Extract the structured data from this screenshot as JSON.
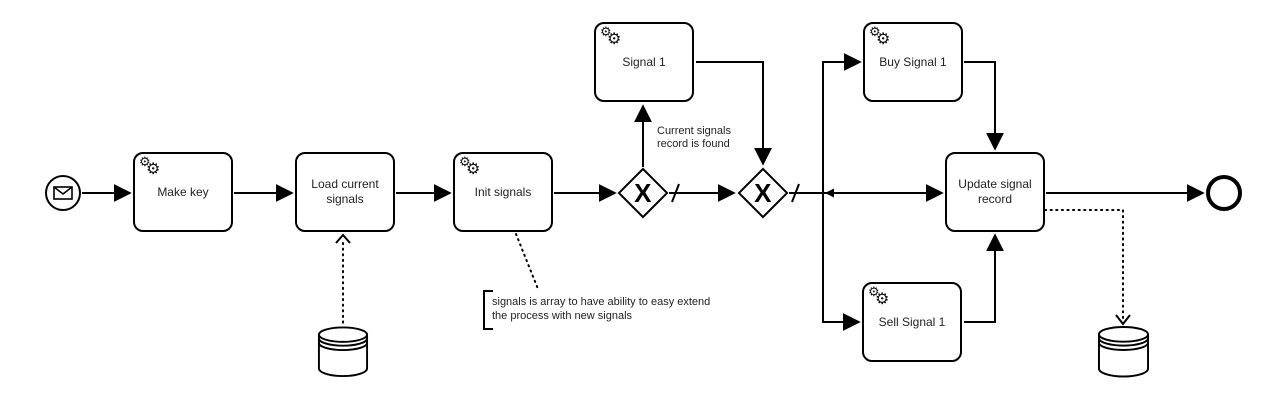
{
  "diagram": {
    "title": "BPMN process diagram",
    "colors": {
      "background": "#ffffff",
      "stroke": "#000000",
      "text": "#1f1f1f"
    },
    "icons": {
      "gear": "⚙",
      "message": "envelope-icon",
      "datastore": "database-cylinder"
    },
    "tasks": {
      "make_key": "Make key",
      "load_current_signals": "Load current signals",
      "init_signals": "Init signals",
      "signal_1": "Signal 1",
      "buy_signal_1": "Buy Signal 1",
      "sell_signal_1": "Sell Signal 1",
      "update_signal_record": "Update signal record"
    },
    "gateways": {
      "gateway_1": {
        "symbol": "X"
      },
      "gateway_2": {
        "symbol": "X"
      }
    },
    "edge_label": {
      "line1": "Current signals",
      "line2": "record is found"
    },
    "annotation": {
      "line1": "signals is array to have ability to easy extend",
      "line2": "the process with new signals"
    }
  }
}
